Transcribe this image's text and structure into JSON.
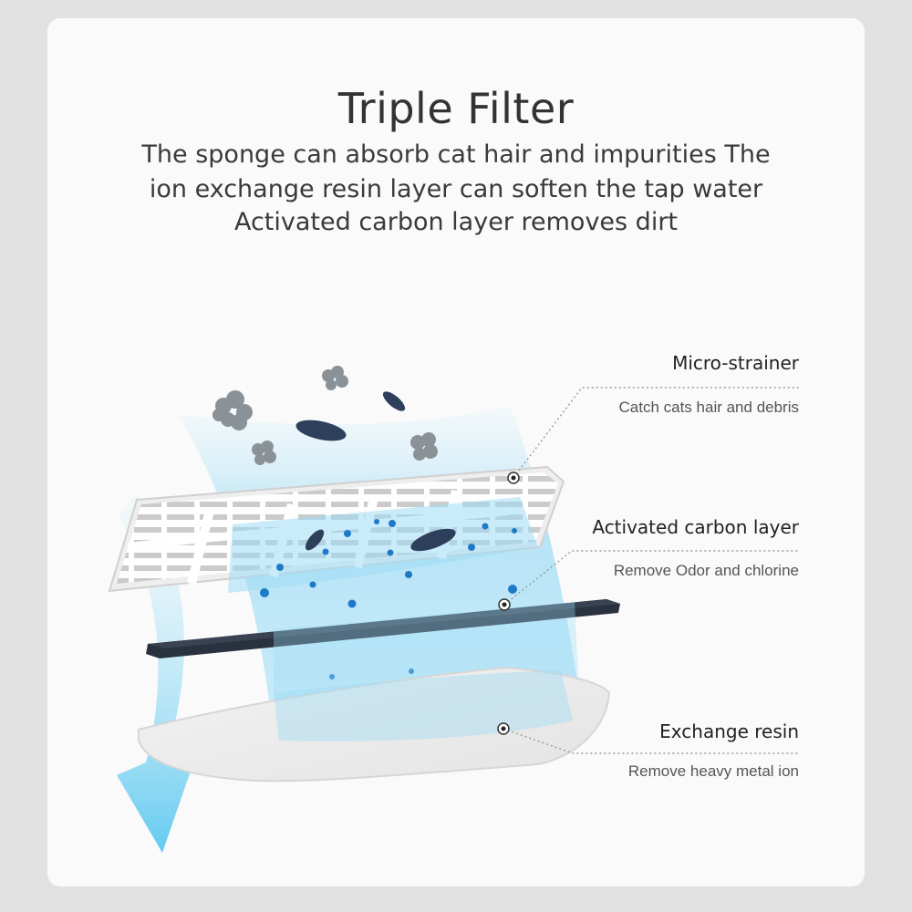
{
  "title": "Triple Filter",
  "subtitle_lines": [
    "The sponge can absorb cat hair and impurities The",
    "ion exchange resin layer can soften the tap water",
    "Activated carbon layer removes dirt"
  ],
  "layers": [
    {
      "label": "Micro-strainer",
      "description": "Catch cats hair and debris"
    },
    {
      "label": "Activated carbon layer",
      "description": "Remove Odor and chlorine"
    },
    {
      "label": "Exchange resin",
      "description": "Remove heavy metal ion"
    }
  ],
  "colors": {
    "background": "#e1e1e1",
    "card": "#fafafa",
    "water_flow": "#8fd3f0",
    "particle_dot": "#1e7ac8",
    "carbon": "#2a3240",
    "text": "#333333"
  },
  "icons": [
    "water-flow-arrow-icon",
    "dirt-particle-icon",
    "bacteria-icon"
  ]
}
